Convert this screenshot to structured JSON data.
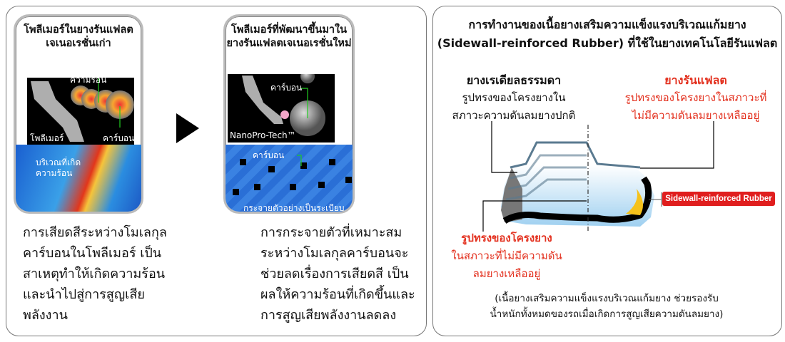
{
  "left_panel": {
    "old_card": {
      "title_line1": "โพลีเมอร์ในยางรันแฟลต",
      "title_line2": "เจเนอเรชั่นเก่า",
      "label_heat_top": "ความร้อน",
      "label_polymer": "โพลีเมอร์",
      "label_carbon": "คาร์บอน",
      "label_heat_area_line1": "บริเวณที่เกิด",
      "label_heat_area_line2": "ความร้อน"
    },
    "new_card": {
      "title_line1": "โพลีเมอร์ที่พัฒนาขึ้นมาใน",
      "title_line2": "ยางรันแฟลตเจเนอเรชั่นใหม่",
      "label_carbon": "คาร์บอน",
      "label_tech": "NanoPro-Tech™",
      "label_carbon_bottom": "คาร์บอน",
      "label_dispersion": "กระจายตัวอย่างเป็นระเบียบ"
    },
    "arrow_icon": "play-arrow",
    "old_description": [
      "การเสียดสีระหว่างโมเลกุล",
      "คาร์บอนในโพลีเมอร์ เป็น",
      "สาเหตุทำให้เกิดความร้อน",
      "และนำไปสู่การสูญเสีย",
      "พลังงาน"
    ],
    "new_description": [
      "การกระจายตัวที่เหมาะสม",
      "ระหว่างโมเลกุลคาร์บอนจะ",
      "ช่วยลดเรื่องการเสียดสี เป็น",
      "ผลให้ความร้อนที่เกิดขึ้นและ",
      "การสูญเสียพลังงานลดลง"
    ]
  },
  "right_panel": {
    "title_line1": "การทำงานของเนื้อยางเสริมความแข็งแรงบริเวณแก้มยาง",
    "title_line2": "(Sidewall-reinforced Rubber) ที่ใช้ในยางเทคโนโลยีรันแฟลต",
    "regular_tire": {
      "title": "ยางเรเดียลธรรมดา",
      "line1": "รูปทรงของโครงยางใน",
      "line2": "สภาวะความดันลมยางปกติ"
    },
    "runflat_tire": {
      "title": "ยางรันแฟลต",
      "line1": "รูปทรงของโครงยางในสภาวะที่",
      "line2": "ไม่มีความดันลมยางเหลืออยู่"
    },
    "deflated_shape": [
      "รูปทรงของโครงยาง",
      "ในสภาวะที่ไม่มีความดัน",
      "ลมยางเหลืออยู่"
    ],
    "sidewall_badge": "Sidewall-reinforced Rubber",
    "note_line1": "(เนื้อยางเสริมความแข็งแรงบริเวณแก้มยาง ช่วยรองรับ",
    "note_line2": "น้ำหนักทั้งหมดของรถเมื่อเกิดการสูญเสียความดันลมยาง)",
    "colors": {
      "accent_red": "#e3301e",
      "badge_red": "#e01e1e"
    }
  }
}
